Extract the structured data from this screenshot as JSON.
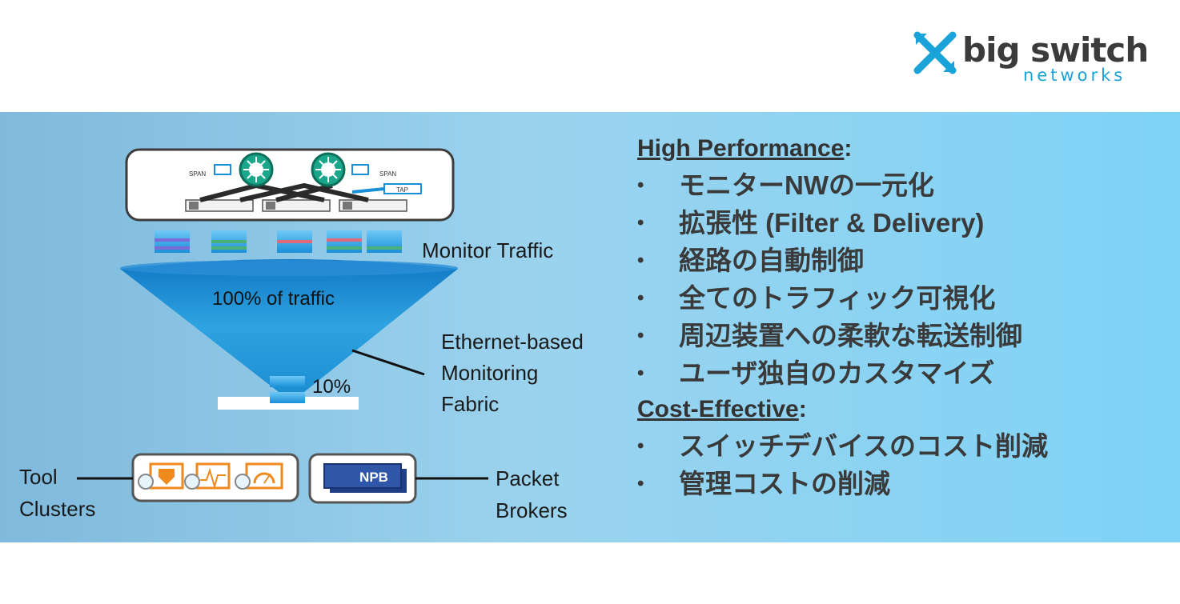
{
  "logo": {
    "name": "big switch",
    "sub": "networks",
    "colors": {
      "mark": "#1aa3d9",
      "text": "#3b3b3b"
    }
  },
  "diagram": {
    "span_left": "SPAN",
    "span_right": "SPAN",
    "tap": "TAP",
    "monitor_traffic": "Monitor Traffic",
    "funnel_label": "100% of traffic",
    "ten_percent": "10%",
    "fabric_lines": [
      "Ethernet-based",
      "Monitoring",
      "Fabric"
    ],
    "tool_lines": [
      "Tool",
      "Clusters"
    ],
    "broker_lines": [
      "Packet",
      "Brokers"
    ],
    "npb": "NPB"
  },
  "right": {
    "high_perf_heading": "High Performance",
    "high_perf_items": [
      "モニターNWの一元化",
      "拡張性 (Filter & Delivery)",
      "経路の自動制御",
      "全てのトラフィック可視化",
      "周辺装置への柔軟な転送制御",
      "ユーザ独自のカスタマイズ"
    ],
    "cost_heading": "Cost-Effective",
    "cost_items": [
      "スイッチデバイスのコスト削減",
      "管理コストの削減"
    ],
    "bullet": "•",
    "colon": ":"
  },
  "colors": {
    "panel": "#8fcbea",
    "funnel": "#1e8fd0",
    "npb": "#2f56a8",
    "tool": "#f08a1c"
  }
}
